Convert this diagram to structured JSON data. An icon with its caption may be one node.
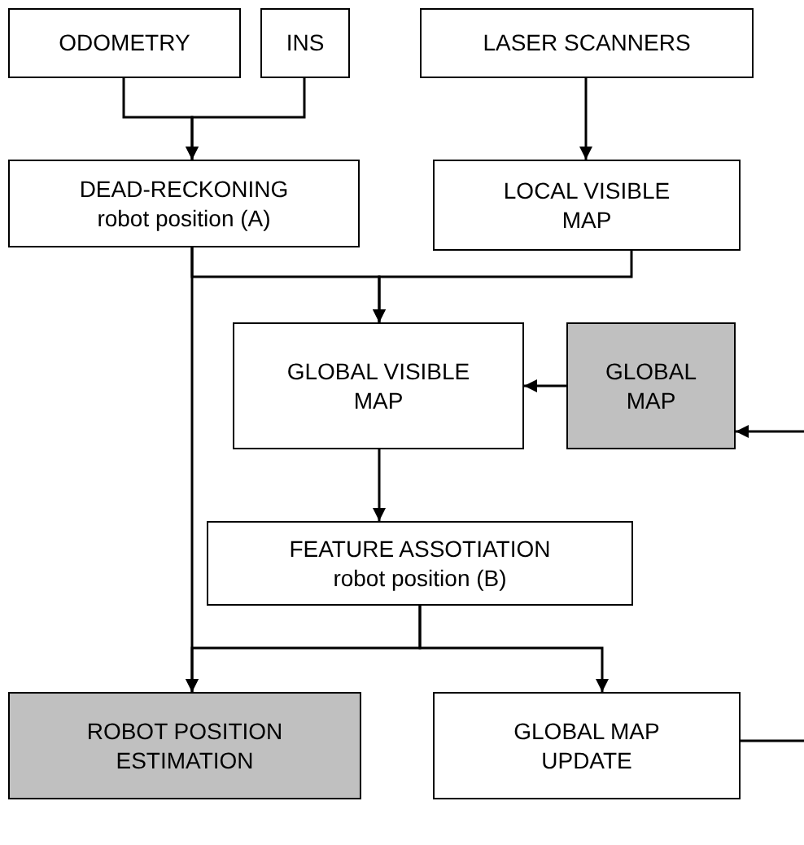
{
  "diagram": {
    "nodes": [
      {
        "text": [
          "ODOMETRY"
        ]
      },
      {
        "text": [
          "INS"
        ]
      },
      {
        "text": [
          "LASER SCANNERS"
        ]
      },
      {
        "text": [
          "DEAD-RECKONING",
          "robot position (A)"
        ]
      },
      {
        "text": [
          "LOCAL VISIBLE MAP"
        ]
      },
      {
        "text": [
          "GLOBAL VISIBLE MAP"
        ]
      },
      {
        "text": [
          "GLOBAL MAP"
        ]
      },
      {
        "text": [
          "FEATURE ASSOTIATION",
          "robot position (B)"
        ]
      },
      {
        "text": [
          "ROBOT POSITION ESTIMATION"
        ]
      },
      {
        "text": [
          "GLOBAL MAP UPDATE"
        ]
      }
    ],
    "edges": [
      {
        "from": 0,
        "to": 3,
        "arrow": "to"
      },
      {
        "from": 1,
        "to": 3,
        "arrow": "to"
      },
      {
        "from": 2,
        "to": 4,
        "arrow": "to"
      },
      {
        "from": 3,
        "to": 5,
        "arrow": "to"
      },
      {
        "from": 4,
        "to": 5,
        "arrow": "to"
      },
      {
        "from": 3,
        "to": 8,
        "arrow": "to"
      },
      {
        "from": 6,
        "to": 5,
        "arrow": "to"
      },
      {
        "from": null,
        "to": 6,
        "arrow": "to"
      },
      {
        "from": 5,
        "to": 7,
        "arrow": "to"
      },
      {
        "from": 7,
        "to": 8,
        "arrow": "to"
      },
      {
        "from": 7,
        "to": 9,
        "arrow": "to"
      },
      {
        "from": 9,
        "to": null,
        "arrow": "none"
      }
    ]
  }
}
